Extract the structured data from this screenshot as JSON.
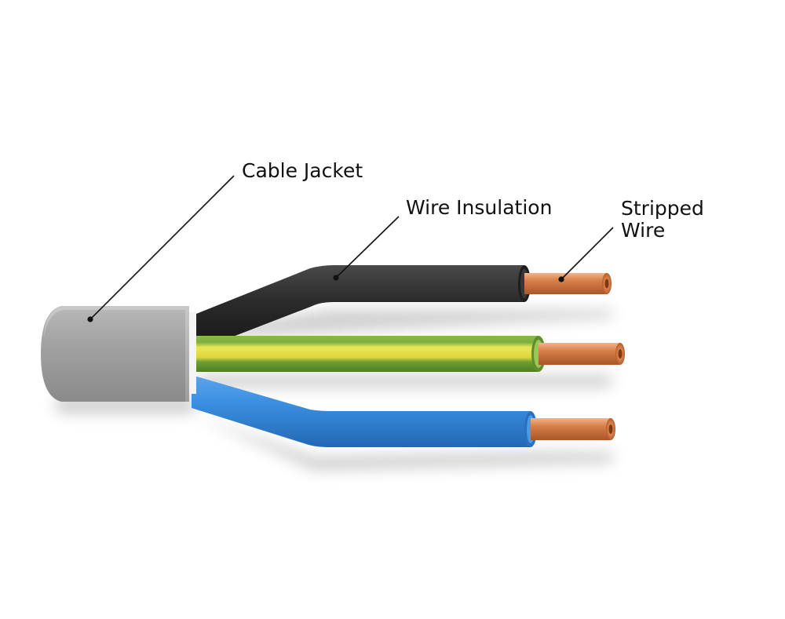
{
  "labels": {
    "cable_jacket": "Cable Jacket",
    "wire_insulation": "Wire Insulation",
    "stripped_wire_line1": "Stripped",
    "stripped_wire_line2": "Wire"
  },
  "colors": {
    "background": "#ffffff",
    "jacket": "#9a9a9a",
    "jacket_face": "#b8b8b8",
    "black_wire": "#2e2e2e",
    "earth_green": "#7fb03a",
    "earth_yellow": "#e6e24a",
    "blue_wire": "#3a8ee0",
    "copper": "#d8804a",
    "leader_line": "#111111"
  },
  "components": [
    "cable-jacket",
    "black-wire",
    "earth-wire",
    "blue-wire",
    "copper-conductors"
  ]
}
